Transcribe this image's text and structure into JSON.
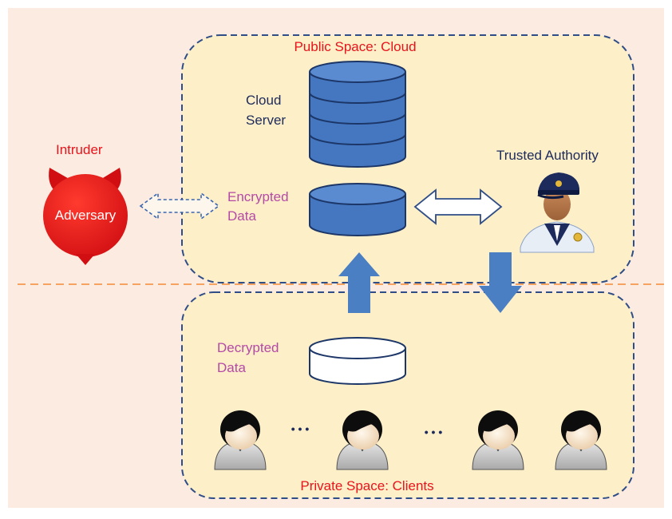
{
  "labels": {
    "public_space": "Public Space: Cloud",
    "private_space": "Private Space: Clients",
    "cloud_server_line1": "Cloud",
    "cloud_server_line2": "Server",
    "intruder": "Intruder",
    "adversary": "Adversary",
    "trusted_authority": "Trusted Authority",
    "encrypted_line1": "Encrypted",
    "encrypted_line2": "Data",
    "decrypted_line1": "Decrypted",
    "decrypted_line2": "Data",
    "ellipsis_left": "• • •",
    "ellipsis_right": "• • •"
  },
  "colors": {
    "background": "#fbebe0",
    "space_fill": "#fdefc8",
    "dashed_border": "#2f4d87",
    "divider": "#f4a460",
    "title_red": "#e8141c",
    "data_magenta": "#b54aa6",
    "text_navy": "#1c2a5c",
    "cylinder_blue": "#4477c0",
    "arrow_blue": "#4a7fc4",
    "devil_red": "#e8191c"
  },
  "icons": {
    "adversary": "devil-icon",
    "authority": "police-officer-icon",
    "client": "person-icon"
  }
}
